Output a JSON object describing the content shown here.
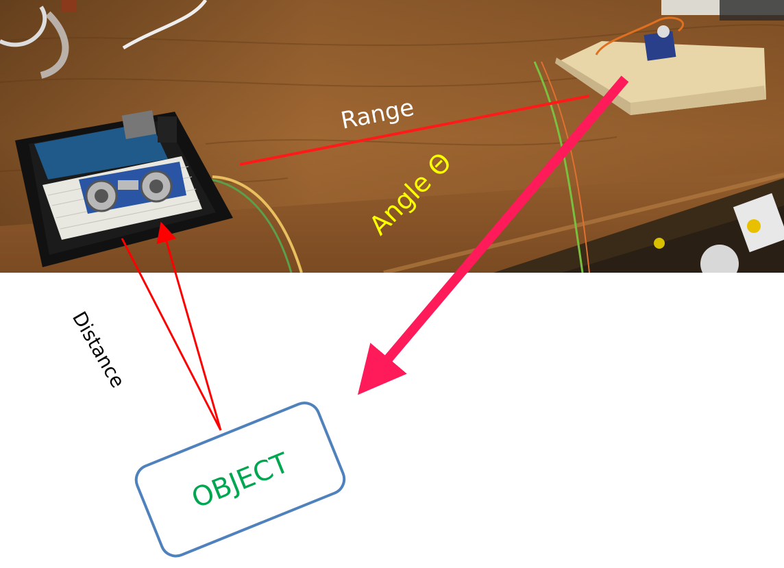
{
  "labels": {
    "range": "Range",
    "angle": "Angle",
    "theta": "Θ",
    "distance": "Distance",
    "object": "OBJECT"
  },
  "colors": {
    "range_line": "#ff1a1a",
    "angle_arrow": "#ff1a5a",
    "angle_text": "#ffff00",
    "range_text": "#ffffff",
    "distance_arrow": "#ff0000",
    "object_border": "#4f81bd",
    "object_text": "#00a650",
    "wood": "#8b5a2b"
  },
  "photo": {
    "description_icons": [
      "desk-photo",
      "arduino-board",
      "breadboard",
      "ultrasonic-sensor",
      "servo-motor",
      "wooden-block",
      "wires"
    ]
  }
}
